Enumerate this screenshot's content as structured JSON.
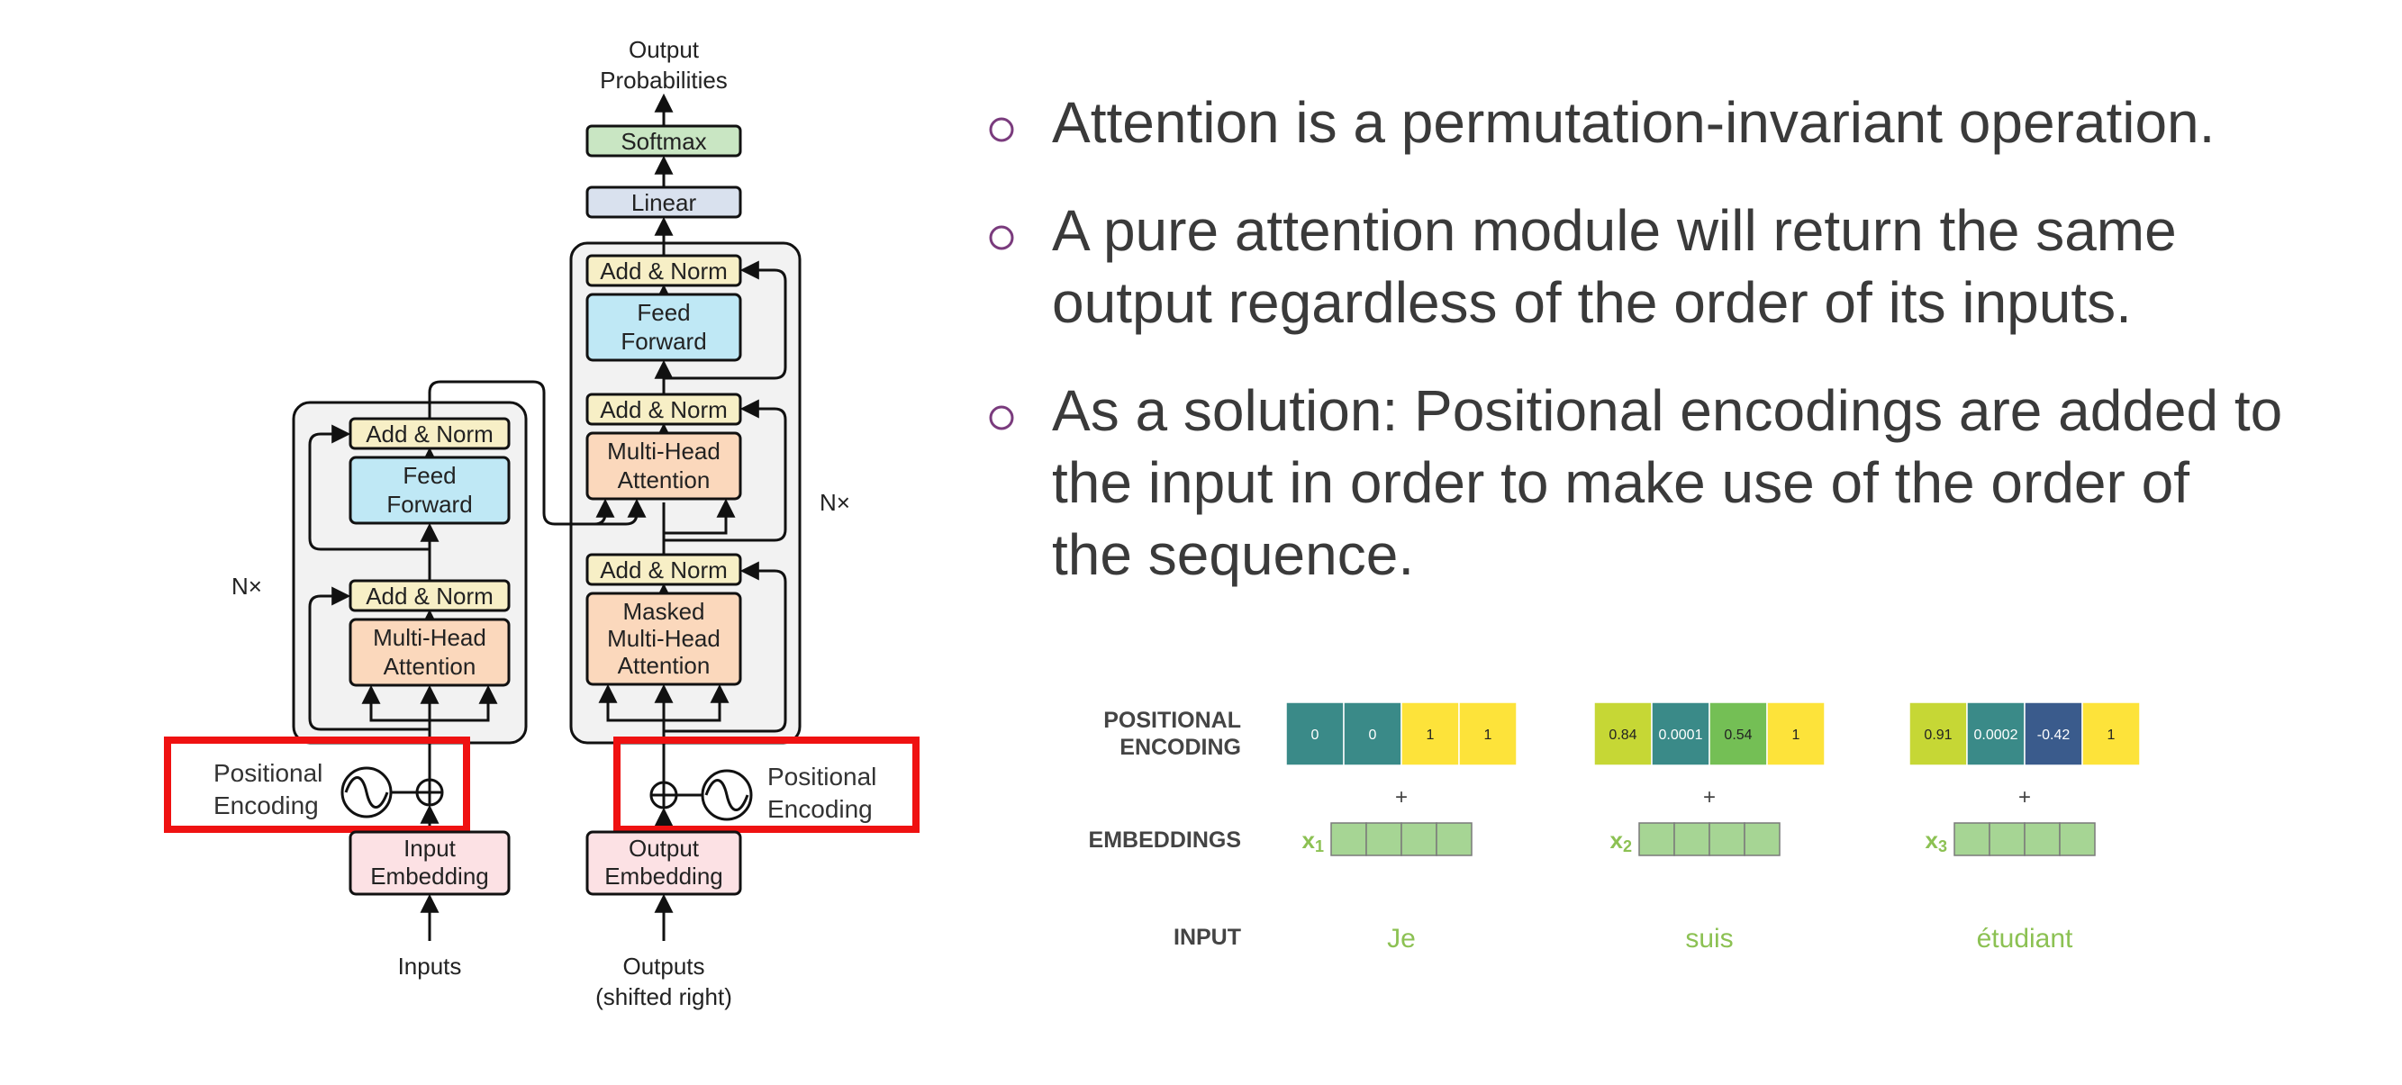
{
  "diagram": {
    "output_label": [
      "Output",
      "Probabilities"
    ],
    "softmax": "Softmax",
    "linear": "Linear",
    "add_norm": "Add & Norm",
    "feed_forward": [
      "Feed",
      "Forward"
    ],
    "multi_head_attention": [
      "Multi-Head",
      "Attention"
    ],
    "masked_multi_head_attention": [
      "Masked",
      "Multi-Head",
      "Attention"
    ],
    "nx": "N×",
    "positional_encoding": [
      "Positional",
      "Encoding"
    ],
    "input_embedding": [
      "Input",
      "Embedding"
    ],
    "output_embedding": [
      "Output",
      "Embedding"
    ],
    "inputs": "Inputs",
    "outputs": [
      "Outputs",
      "(shifted right)"
    ]
  },
  "bullets": [
    [
      "Attention is a permutation-invariant operation."
    ],
    [
      "A pure attention module will return the same",
      "output regardless of the order of its inputs."
    ],
    [
      "As a solution: Positional encodings are added to",
      "the input in order to make use of the order of",
      "the sequence."
    ]
  ],
  "pe_figure": {
    "row_labels": {
      "positional_encoding": [
        "POSITIONAL",
        "ENCODING"
      ],
      "embeddings": "EMBEDDINGS",
      "input": "INPUT"
    },
    "plus": "+",
    "colors": {
      "yellow": "#fde33a",
      "teal": "#3a8a88",
      "lime": "#c6d735",
      "green": "#74bf55",
      "navy": "#3a5b8c",
      "embedding_green": "#a6d594",
      "input_green": "#8cc153"
    },
    "tokens": [
      {
        "word": "Je",
        "embedding_symbol": "x",
        "embedding_index": "1",
        "encoding": [
          {
            "value": "0",
            "color": "teal"
          },
          {
            "value": "0",
            "color": "teal"
          },
          {
            "value": "1",
            "color": "yellow"
          },
          {
            "value": "1",
            "color": "yellow"
          }
        ]
      },
      {
        "word": "suis",
        "embedding_symbol": "x",
        "embedding_index": "2",
        "encoding": [
          {
            "value": "0.84",
            "color": "lime"
          },
          {
            "value": "0.0001",
            "color": "teal"
          },
          {
            "value": "0.54",
            "color": "green"
          },
          {
            "value": "1",
            "color": "yellow"
          }
        ]
      },
      {
        "word": "étudiant",
        "embedding_symbol": "x",
        "embedding_index": "3",
        "encoding": [
          {
            "value": "0.91",
            "color": "lime"
          },
          {
            "value": "0.0002",
            "color": "teal"
          },
          {
            "value": "-0.42",
            "color": "navy"
          },
          {
            "value": "1",
            "color": "yellow"
          }
        ]
      }
    ]
  }
}
